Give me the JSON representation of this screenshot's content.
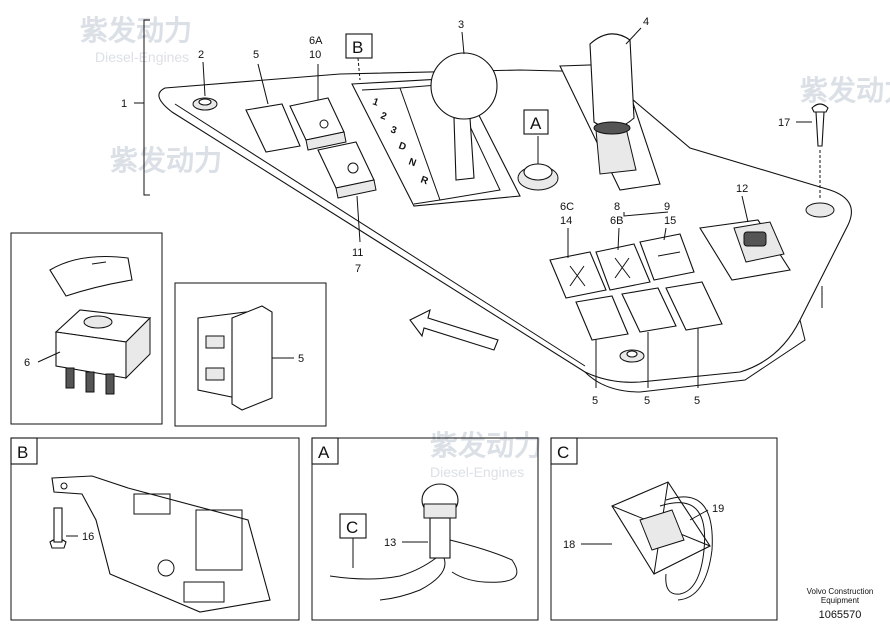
{
  "watermark": {
    "brand_cn": "紫发动力",
    "brand_en": "Diesel-Engines"
  },
  "main_labels": {
    "n1": "1",
    "n2": "2",
    "n3": "3",
    "n4": "4",
    "n5": "5",
    "n6a": "6A",
    "n10": "10",
    "n11": "11",
    "n7": "7",
    "n6c": "6C",
    "n14": "14",
    "n8": "8",
    "n9": "9",
    "n6b": "6B",
    "n15": "15",
    "n12": "12",
    "n17": "17",
    "n5_bottom_1": "5",
    "n5_bottom_2": "5",
    "n5_bottom_3": "5",
    "n5_rocker": "5",
    "n6": "6",
    "n13": "13",
    "n16": "16",
    "n18": "18",
    "n19": "19"
  },
  "gear_positions": [
    "1",
    "2",
    "3",
    "D",
    "N",
    "R"
  ],
  "callouts": {
    "b_top": "B",
    "a_top": "A",
    "c_in_a": "C"
  },
  "detail_boxes": {
    "b": "B",
    "a": "A",
    "c": "C"
  },
  "footer": {
    "line1": "Volvo Construction",
    "line2": "Equipment",
    "number": "1065570"
  }
}
